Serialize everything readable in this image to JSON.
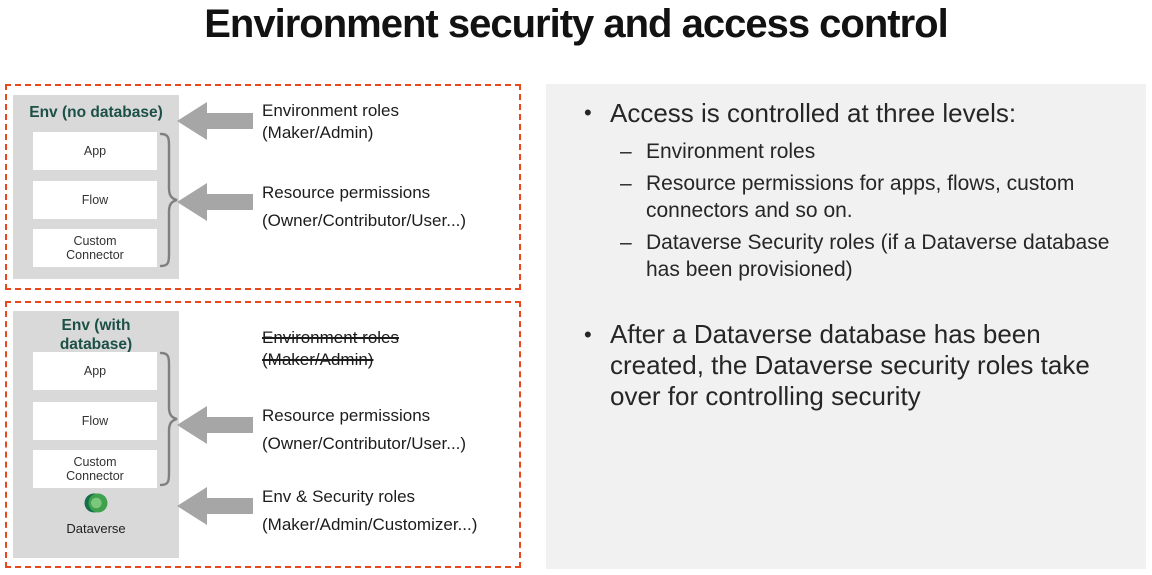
{
  "slide": {
    "title": "Environment security and access control"
  },
  "colors": {
    "dashed_outline": "#E8481C",
    "env_container": "#D9D9D9",
    "env_title_text": "#1C5046",
    "arrow": "#A6A6A6",
    "brace": "#7F7F7F",
    "notes_panel_bg": "#F1F1F2",
    "body_text": "#262626",
    "dataverse_dark_green": "#156F4B",
    "dataverse_mid_green": "#3FA14D",
    "dataverse_light_green": "#7BC87C"
  },
  "diagram": {
    "env_no_db": {
      "title": "Env (no database)",
      "items": [
        "App",
        "Flow",
        "Custom Connector"
      ],
      "annotations": [
        {
          "line1": "Environment roles",
          "line2": "(Maker/Admin)",
          "struck": false,
          "has_arrow": true
        },
        {
          "line1": "Resource permissions",
          "line2": "(Owner/Contributor/User...)",
          "struck": false,
          "has_arrow": true
        }
      ]
    },
    "env_with_db": {
      "title": "Env (with database)",
      "items": [
        "App",
        "Flow",
        "Custom Connector"
      ],
      "dataverse_label": "Dataverse",
      "annotations": [
        {
          "line1": "Environment roles",
          "line2": "(Maker/Admin)",
          "struck": true,
          "has_arrow": false
        },
        {
          "line1": "Resource permissions",
          "line2": "(Owner/Contributor/User...)",
          "struck": false,
          "has_arrow": true
        },
        {
          "line1": "Env & Security roles",
          "line2": "(Maker/Admin/Customizer...)",
          "struck": false,
          "has_arrow": true
        }
      ]
    }
  },
  "notes": {
    "bullet1": "Access is controlled at three levels:",
    "sub_bullets": [
      "Environment roles",
      "Resource permissions for apps, flows, custom connectors and so on.",
      "Dataverse Security roles (if a Dataverse database has been provisioned)"
    ],
    "bullet2": "After a Dataverse database has been created, the Dataverse security roles take over for controlling security"
  }
}
